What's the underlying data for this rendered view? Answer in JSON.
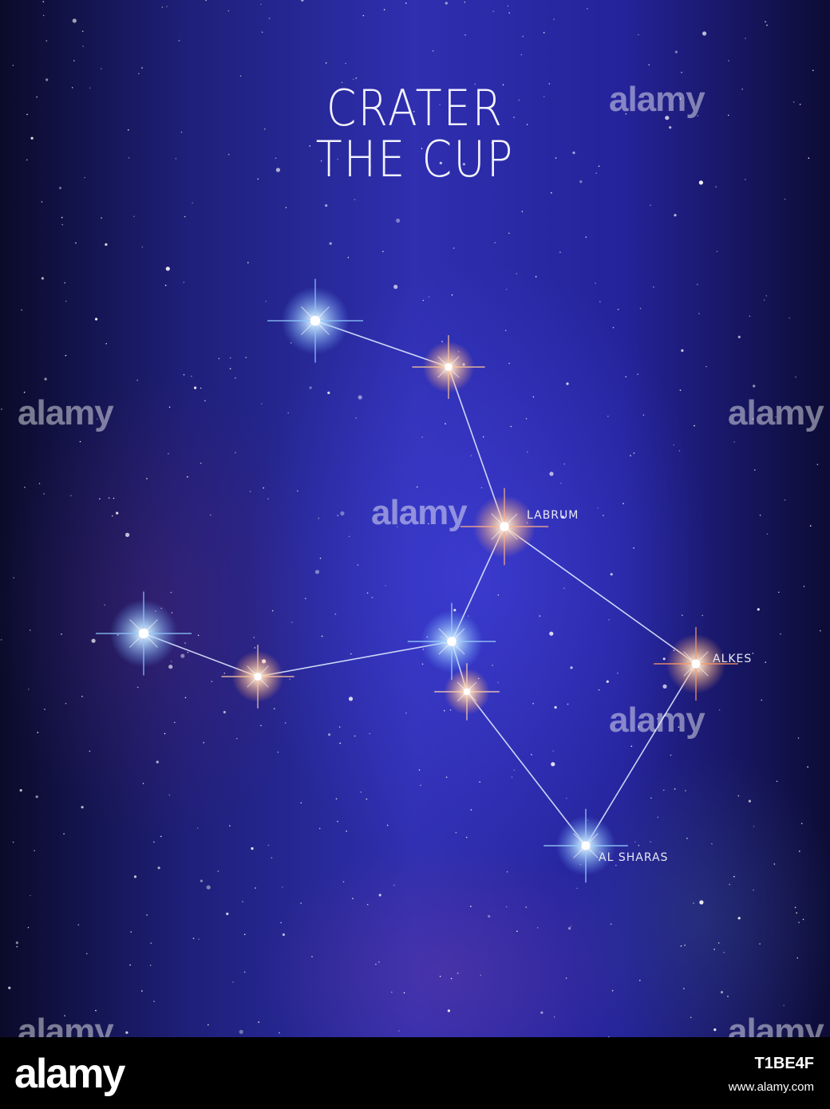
{
  "title": {
    "line1": "CRATER",
    "line2": "THE CUP"
  },
  "stars": [
    {
      "id": "s1",
      "color": "#8fc8ff",
      "label": ""
    },
    {
      "id": "s2",
      "color": "#ffc79a",
      "label": ""
    },
    {
      "id": "labrum",
      "color": "#ffb088",
      "label": "LABRUM"
    },
    {
      "id": "s4",
      "color": "#9ad0ff",
      "label": ""
    },
    {
      "id": "s5",
      "color": "#ffd2b0",
      "label": ""
    },
    {
      "id": "alkes",
      "color": "#ff9a62",
      "label": "ALKES"
    },
    {
      "id": "al-sharas",
      "color": "#9ad0ff",
      "label": "AL SHARAS"
    },
    {
      "id": "s8",
      "color": "#ffc8a0",
      "label": ""
    },
    {
      "id": "s9",
      "color": "#8fc8ff",
      "label": ""
    }
  ],
  "watermark": "alamy",
  "footer": {
    "logo": "alamy",
    "code": "T1BE4F",
    "url": "www.alamy.com"
  },
  "colors": {
    "line": "#dfe8ff",
    "bg_center": "#2f2fb0",
    "bg_edge": "#0a0b2a"
  }
}
